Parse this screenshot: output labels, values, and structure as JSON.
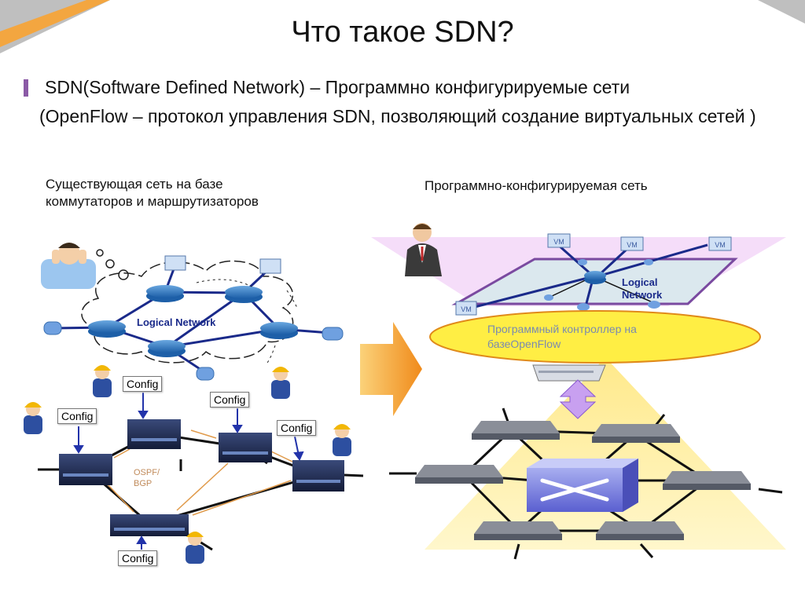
{
  "slide": {
    "title": "Что такое SDN?",
    "bullet_line1": "SDN(Software Defined Network) – Программно конфигурируемые сети",
    "bullet_line2": "(OpenFlow – протокол управления SDN, позволяющий создание виртуальных сетей )",
    "left_caption": "Существующая сеть на базе коммутаторов и маршрутизаторов",
    "right_caption": "Программно-конфигурируемая сеть"
  },
  "left_diagram": {
    "logical_network_label": "Logical Network",
    "protocol_label": "OSPF/ BGP",
    "config_label": "Config"
  },
  "right_diagram": {
    "logical_network_label": "Logical Network",
    "controller_label": "Программный контроллер на базеOpenFlow",
    "vm_label": "VM"
  },
  "colors": {
    "accent_purple": "#8b5aa6",
    "controller_yellow": "#ffee44",
    "arrow_orange": "#f08a1a"
  }
}
